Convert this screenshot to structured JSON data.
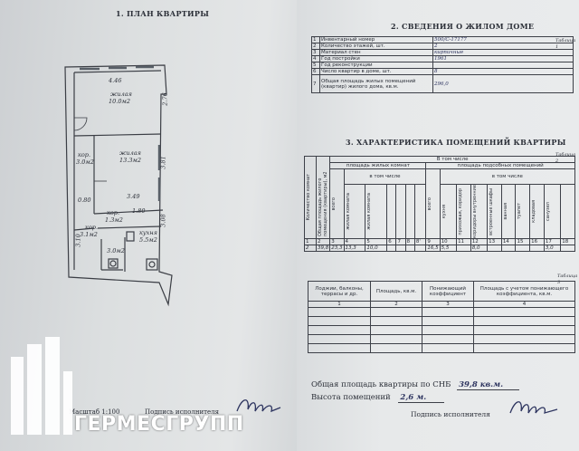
{
  "left_page": {
    "title": "1. ПЛАН КВАРТИРЫ",
    "rooms": [
      {
        "name": "жилая",
        "area": "10.0м2"
      },
      {
        "name": "жилая",
        "area": "13.3м2"
      },
      {
        "name": "кор.",
        "area": "3.0м2"
      },
      {
        "name": "кор.",
        "area": "1.3м2"
      },
      {
        "name": "кор.",
        "area": "3.1м2"
      },
      {
        "name": "",
        "area": "3.0м2"
      },
      {
        "name": "кухня",
        "area": "5.5м2"
      }
    ],
    "dimensions": [
      "4.46",
      "2.76",
      "3.81",
      "0.80",
      "3.49",
      "1.80",
      "3.08",
      "3.10"
    ],
    "scale_label": "Масштаб 1:100",
    "executor_label": "Подпись исполнителя"
  },
  "right_page": {
    "section2_title": "2. СВЕДЕНИЯ О ЖИЛОМ ДОМЕ",
    "table1_caption": "Таблица 1",
    "house_info": [
      {
        "n": "1",
        "label": "Инвентарный номер",
        "value": "500/С-17177"
      },
      {
        "n": "2",
        "label": "Количество этажей, шт.",
        "value": "2"
      },
      {
        "n": "3",
        "label": "Материал стен",
        "value": "кирпичные"
      },
      {
        "n": "4",
        "label": "Год постройки",
        "value": "1961"
      },
      {
        "n": "5",
        "label": "Год реконструкции",
        "value": ""
      },
      {
        "n": "6",
        "label": "Число квартир в доме, шт.",
        "value": "8"
      },
      {
        "n": "7",
        "label": "Общая площадь жилых помещений (квартир) жилого дома, кв.м.",
        "value": "296,0"
      }
    ],
    "section3_title": "3. ХАРАКТЕРИСТИКА ПОМЕЩЕНИЙ КВАРТИРЫ",
    "table2_caption": "Таблица 2",
    "table2_headers": {
      "col1": "Количество комнат",
      "col2": "Общая площадь жилого помещения (квартиры), м2",
      "in_total": "В том числе",
      "living_area": "площадь жилых комнат",
      "aux_area": "площадь подсобных помещений",
      "in_total_sub": "в том числе",
      "total": "всего",
      "living_sub": [
        "жилая комната",
        "жилая комната"
      ],
      "aux_sub": [
        "всего",
        "кухня",
        "прихожая, коридор",
        "коридоры внутренние",
        "встроенные шкафы",
        "ванная",
        "туалет",
        "кладовая",
        "санузел"
      ]
    },
    "table2_col_numbers": [
      "1",
      "2",
      "3",
      "4",
      "5",
      "6",
      "7",
      "8",
      "8'",
      "9",
      "10",
      "11",
      "12",
      "13",
      "14",
      "15",
      "16",
      "17",
      "18"
    ],
    "table2_row": [
      "2",
      "39,8",
      "23,3",
      "13,3",
      "10,0",
      "",
      "",
      "",
      "",
      "16,5",
      "5,5",
      "",
      "8,0",
      "",
      "",
      "",
      "",
      "3,0",
      ""
    ],
    "table3_caption": "Таблица 3",
    "table3_headers": [
      "Лоджии, балконы, террасы и др.",
      "Площадь, кв.м.",
      "Понижающий коэффициент",
      "Площадь с учетом понижающего коэффициента, кв.м."
    ],
    "table3_numbers": [
      "1",
      "2",
      "3",
      "4"
    ],
    "total_area_label": "Общая площадь квартиры по СНБ",
    "total_area_value": "39,8 кв.м.",
    "ceiling_label": "Высота помещений",
    "ceiling_value": "2,6 м.",
    "executor_label": "Подпись исполнителя"
  },
  "watermark": {
    "brand": "ГЕРМЕСГРУПП"
  },
  "colors": {
    "paper": "#e3e5e6",
    "ink": "#2b2f38",
    "pen": "#2e3560",
    "logo": "#ffffff"
  }
}
